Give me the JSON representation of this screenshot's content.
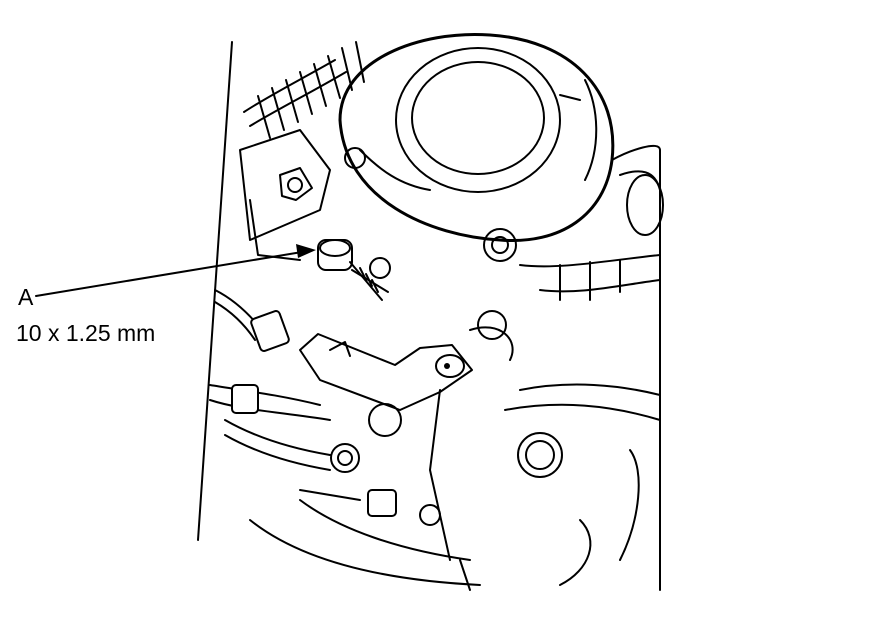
{
  "callout": {
    "letter": "A",
    "spec": "10 x 1.25 mm"
  },
  "illustration": {
    "subject": "engine-component-line-drawing",
    "pointer": "arrow-to-bolt"
  }
}
